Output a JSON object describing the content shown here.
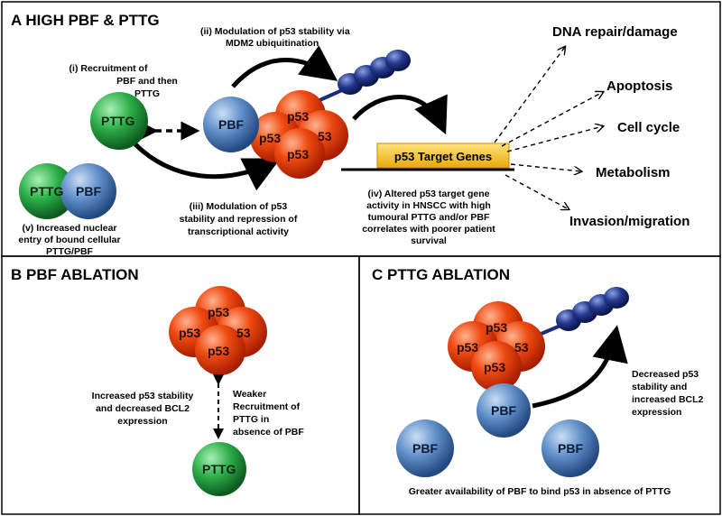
{
  "panel_a": {
    "title": "A  HIGH PBF & PTTG",
    "step_i": [
      "(i) Recruitment of",
      "PBF and then",
      "PTTG"
    ],
    "step_ii": [
      "(ii) Modulation of p53 stability via",
      "MDM2 ubiquitination"
    ],
    "step_iii": [
      "(iii) Modulation of p53",
      "stability and repression of",
      "transcriptional activity"
    ],
    "step_iv": [
      "(iv) Altered p53 target gene",
      "activity in HNSCC with high",
      "tumoural PTTG and/or PBF",
      "correlates with poorer patient",
      "survival"
    ],
    "step_v": [
      "(v) Increased nuclear",
      "entry of bound cellular",
      "PTTG/PBF"
    ],
    "target_genes": "p53 Target Genes",
    "effects": [
      "DNA repair/damage",
      "Apoptosis",
      "Cell cycle",
      "Metabolism",
      "Invasion/migration"
    ]
  },
  "panel_b": {
    "title": "B  PBF ABLATION",
    "left_text": [
      "Increased p53 stability",
      "and decreased BCL2",
      "expression"
    ],
    "right_text": [
      "Weaker",
      "Recruitment of",
      "PTTG in",
      "absence of PBF"
    ]
  },
  "panel_c": {
    "title": "C  PTTG ABLATION",
    "effect_text": [
      "Decreased p53",
      "stability and",
      "increased BCL2",
      "expression"
    ],
    "bottom_text": "Greater availability of PBF to bind p53 in absence of PTTG"
  },
  "labels": {
    "pttg": "PTTG",
    "pbf": "PBF",
    "p53": "p53",
    "p53_partial": "53"
  },
  "colors": {
    "p53": "#e8380d",
    "pbf": "#4a78b8",
    "pttg": "#1f9a3a",
    "ubiquitin": "#1a2f7a",
    "target_box": "#f7c31e"
  }
}
